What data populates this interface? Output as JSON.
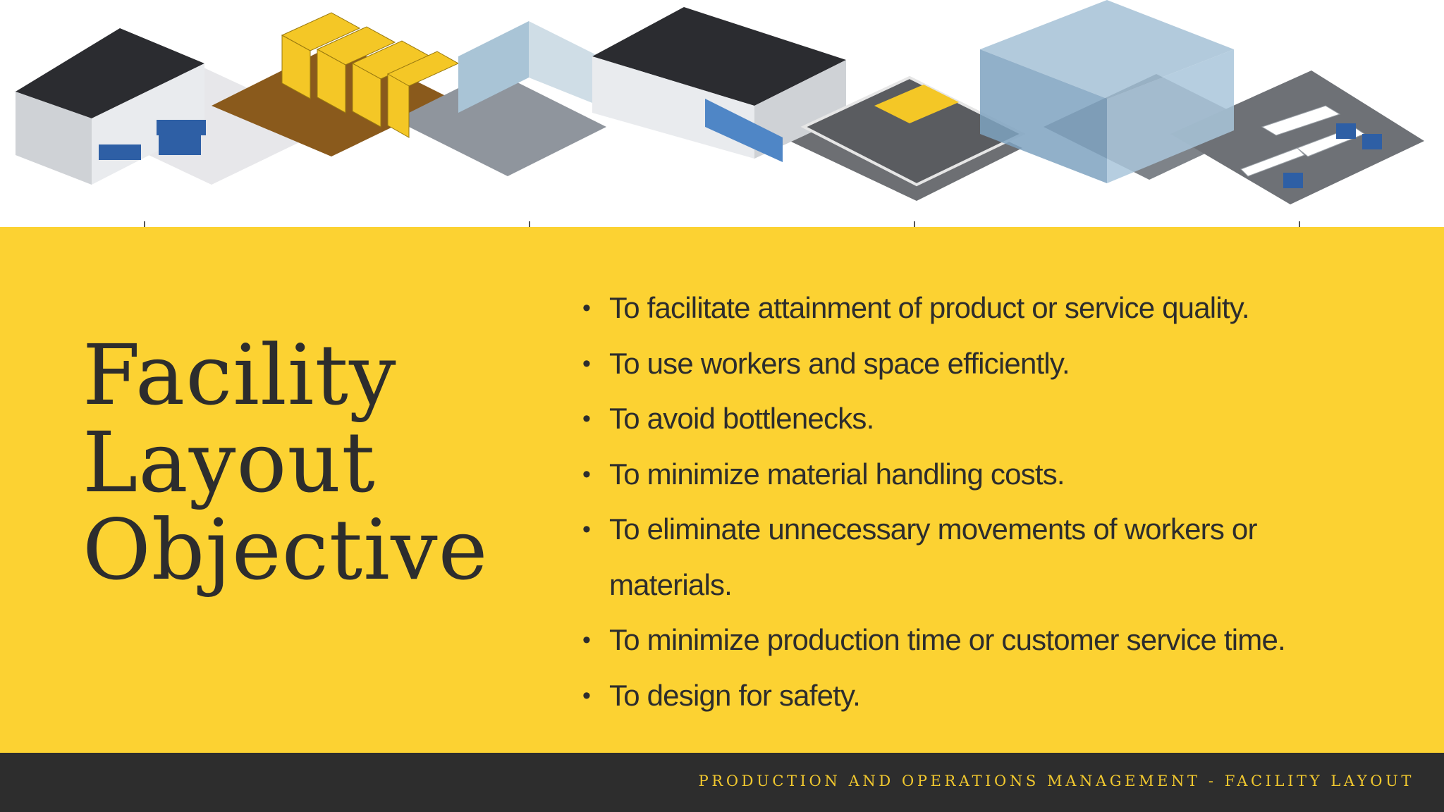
{
  "title_lines": [
    "Facility",
    "Layout",
    "Objective"
  ],
  "bullets": [
    "To facilitate attainment of product or service quality.",
    "To use workers and space efficiently.",
    "To avoid bottlenecks.",
    "To minimize material handling costs.",
    "To eliminate unnecessary movements of workers or",
    "materials.",
    "To minimize production time or customer service time.",
    "To design for safety."
  ],
  "footer": "PRODUCTION AND OPERATIONS MANAGEMENT - FACILITY LAYOUT",
  "colors": {
    "accent_yellow": "#fcd232",
    "dark": "#2d2d2d",
    "footer_text": "#f1c82e"
  },
  "illustration": "isometric-warehouse-process-banner-icon"
}
